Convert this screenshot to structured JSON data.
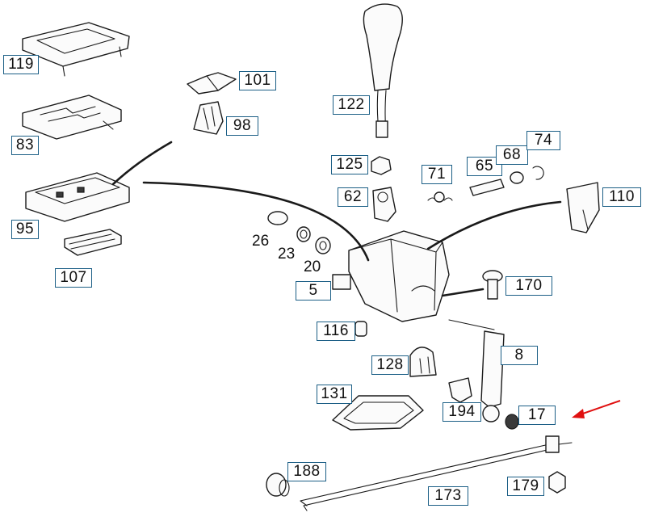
{
  "callouts": {
    "c119": "119",
    "c83": "83",
    "c95": "95",
    "c107": "107",
    "c101": "101",
    "c98": "98",
    "c122": "122",
    "c125": "125",
    "c62": "62",
    "c71": "71",
    "c65": "65",
    "c68": "68",
    "c74": "74",
    "c110": "110",
    "c5": "5",
    "c170": "170",
    "c116": "116",
    "c128": "128",
    "c8": "8",
    "c131": "131",
    "c194": "194",
    "c17": "17",
    "c188": "188",
    "c173": "173",
    "c179": "179"
  },
  "plain_labels": {
    "p26": "26",
    "p23": "23",
    "p20": "20"
  },
  "colors": {
    "callout_border": "#1c5f86",
    "arrow": "#e01010",
    "ink": "#1a1a1a"
  },
  "icons": {
    "highlight": "red-arrow-icon"
  }
}
